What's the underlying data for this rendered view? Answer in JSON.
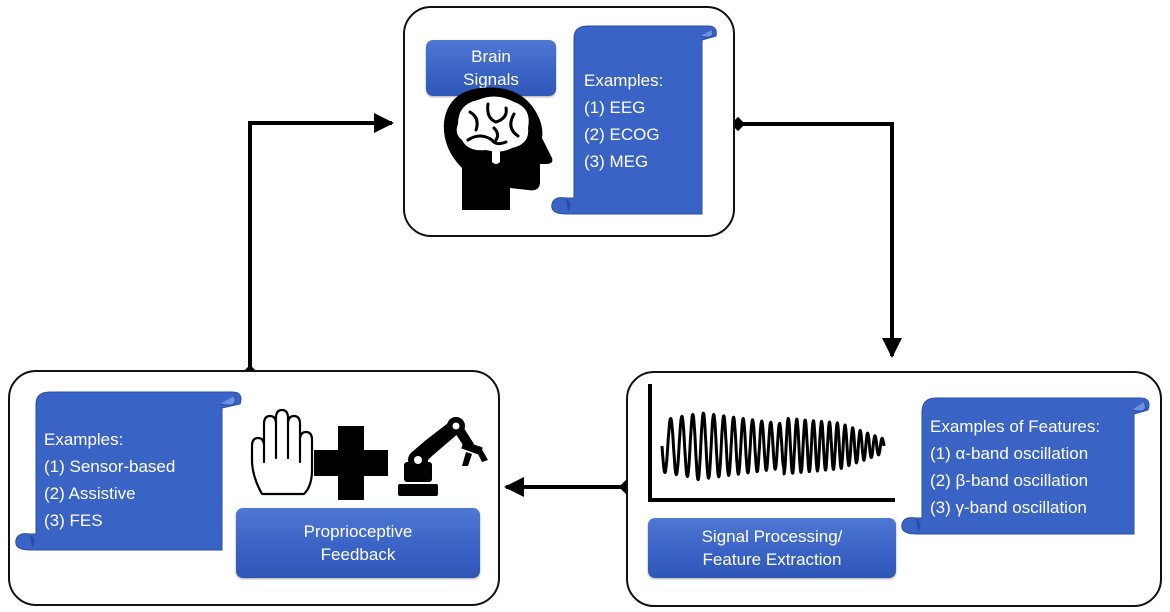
{
  "brain_panel": {
    "label_lines": [
      "Brain",
      "Signals"
    ],
    "examples_heading": "Examples:",
    "examples": [
      "(1)  EEG",
      "(2)  ECOG",
      "(3)  MEG"
    ],
    "icon": "brain-head-icon"
  },
  "processing_panel": {
    "label_lines": [
      "Signal Processing/",
      "Feature Extraction"
    ],
    "examples_heading": "Examples of Features:",
    "examples": [
      "(1)  α-band oscillation",
      "(2)  β-band oscillation",
      "(3)  γ-band oscillation"
    ],
    "icon": "oscillating-signal-plot"
  },
  "feedback_panel": {
    "label_lines": [
      "Proprioceptive",
      "Feedback"
    ],
    "examples_heading": "Examples:",
    "examples": [
      "(1)  Sensor-based",
      "(2)  Assistive",
      "(3)  FES"
    ],
    "icons": [
      "hand-icon",
      "plus-icon",
      "robotic-arm-icon"
    ]
  },
  "colors": {
    "blue_fill": "#3a63c6",
    "blue_dark": "#2f57b8",
    "outline": "#111111"
  }
}
